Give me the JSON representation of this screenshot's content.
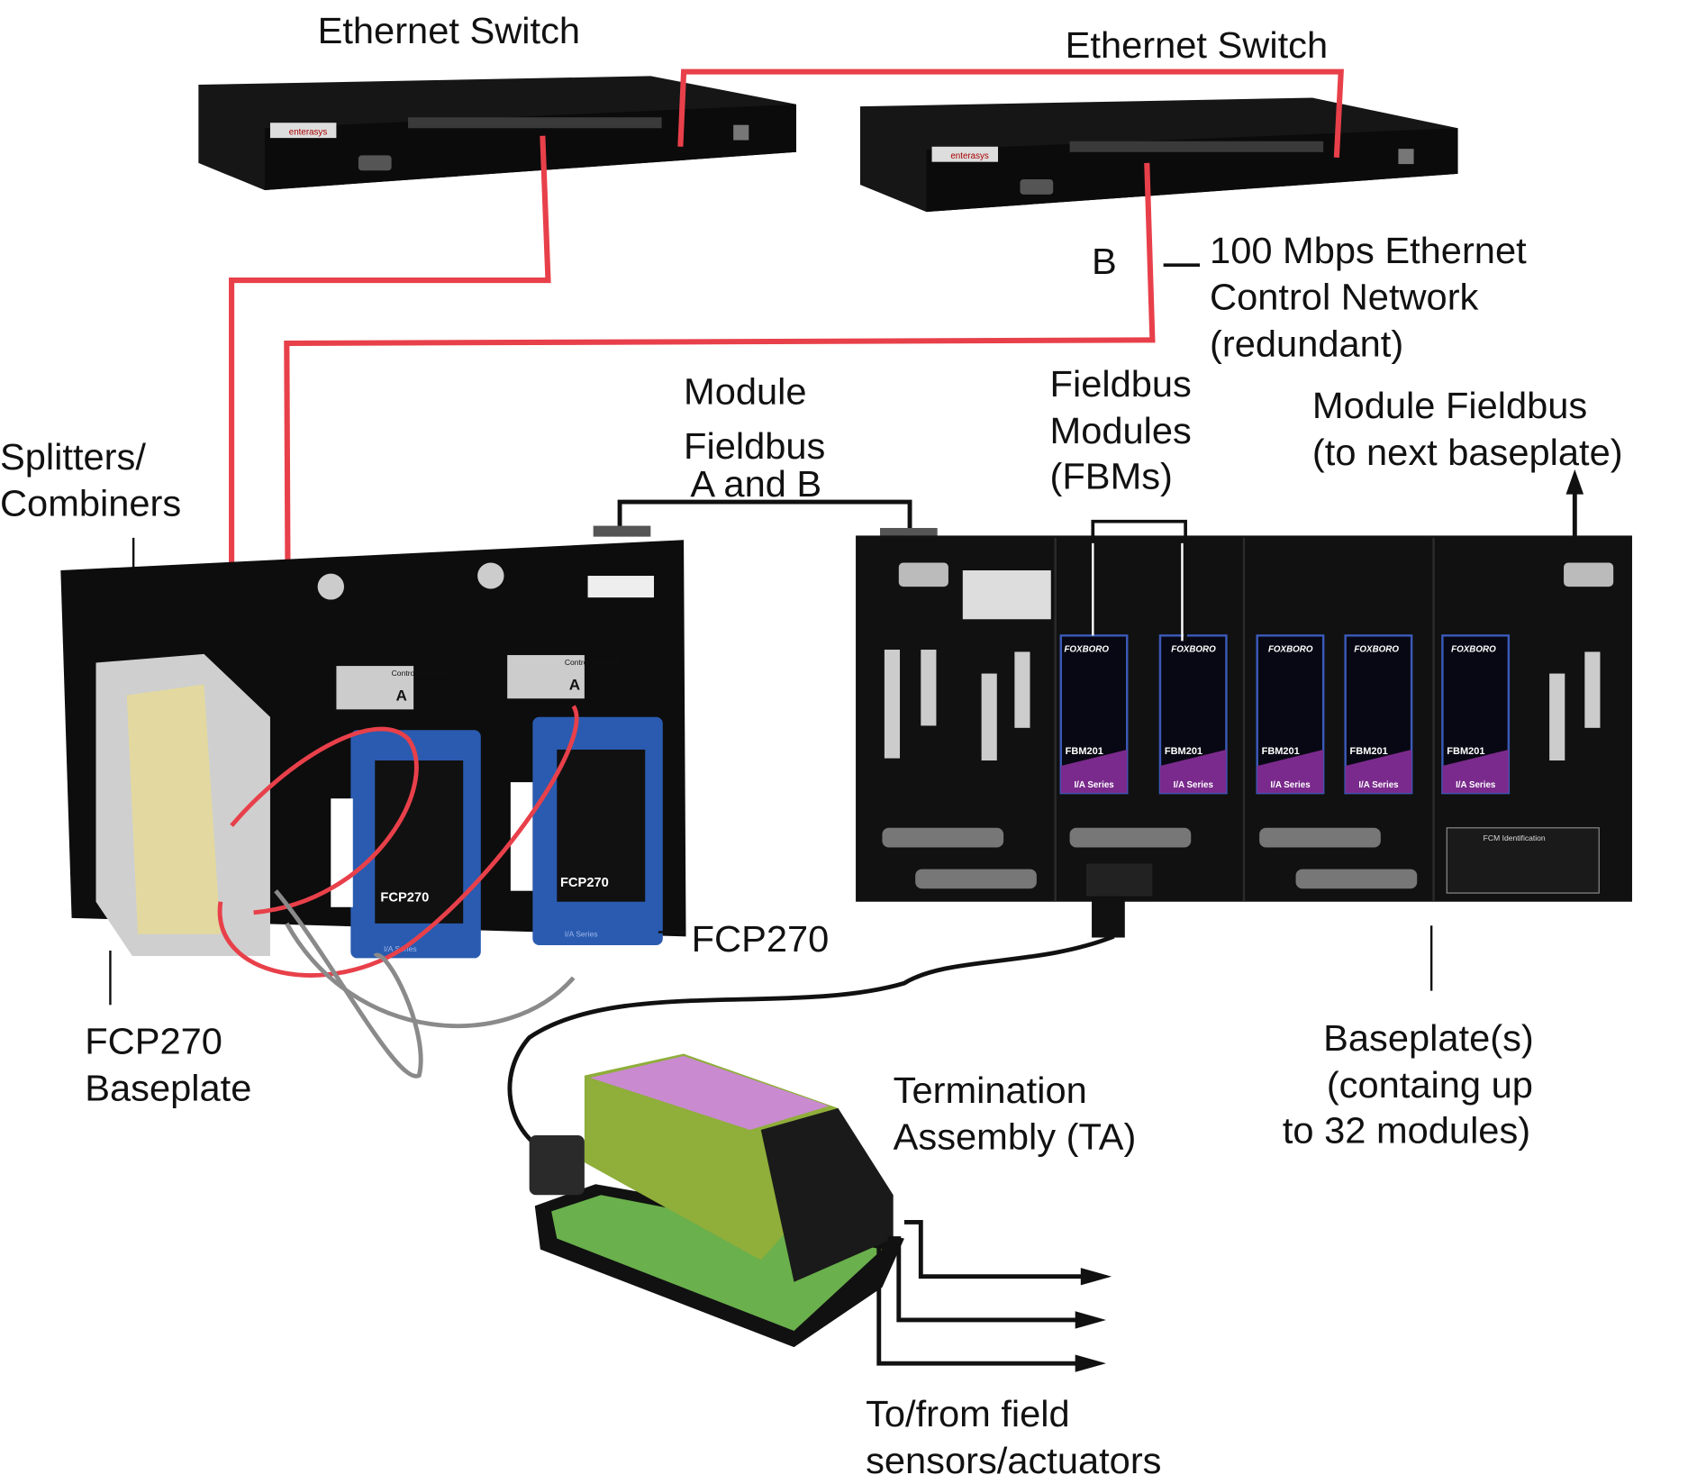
{
  "labels": {
    "switch_a": "Ethernet Switch",
    "switch_b": "Ethernet Switch",
    "network_b": "B",
    "network_line1": "100 Mbps Ethernet",
    "network_line2": "Control Network",
    "network_line3": "(redundant)",
    "module_fieldbus_line1": "Module",
    "module_fieldbus_line2": "Fieldbus",
    "module_fieldbus_line3": "A and B",
    "fbm_line1": "Fieldbus",
    "fbm_line2": "Modules",
    "fbm_line3": "(FBMs)",
    "next_line1": "Module Fieldbus",
    "next_line2": "(to next baseplate)",
    "splitters_line1": "Splitters/",
    "splitters_line2": "Combiners",
    "fcp270": "FCP270",
    "fcp_base_line1": "FCP270",
    "fcp_base_line2": "Baseplate",
    "ta_line1": "Termination",
    "ta_line2": "Assembly (TA)",
    "baseplates_line1": "Baseplate(s)",
    "baseplates_line2": "(containg up",
    "baseplates_line3": "to 32 modules)",
    "field_line1": "To/from field",
    "field_line2": "sensors/actuators"
  },
  "device_text": {
    "switch_brand": "enterasys",
    "module_name": "FBM201",
    "module_brand": "FOXBORO",
    "series": "I/A Series",
    "fcp_name": "FCP270",
    "control_network": "Control Network",
    "net_a": "A",
    "fcm_identification": "FCM Identification"
  },
  "colors": {
    "ethernet_cable": "#e8404a",
    "fiber_gray": "#8a8a8a",
    "device_body": "#111111",
    "fcp_blue": "#2a5bb0",
    "fbm_purple": "#7a2a8c",
    "ta_green": "#6ab04c",
    "ta_pink": "#c98ad0"
  }
}
